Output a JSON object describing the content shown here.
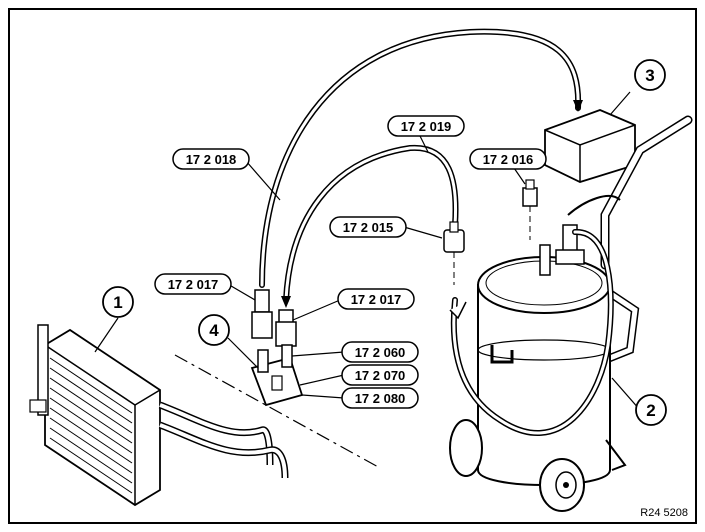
{
  "callouts": {
    "c1": "1",
    "c2": "2",
    "c3": "3",
    "c4": "4"
  },
  "tools": {
    "t018": "17 2 018",
    "t019": "17 2 019",
    "t016": "17 2 016",
    "t015": "17 2 015",
    "t017a": "17 2 017",
    "t017b": "17 2 017",
    "t060": "17 2 060",
    "t070": "17 2 070",
    "t080": "17 2 080"
  },
  "figure_ref": "R24 5208"
}
